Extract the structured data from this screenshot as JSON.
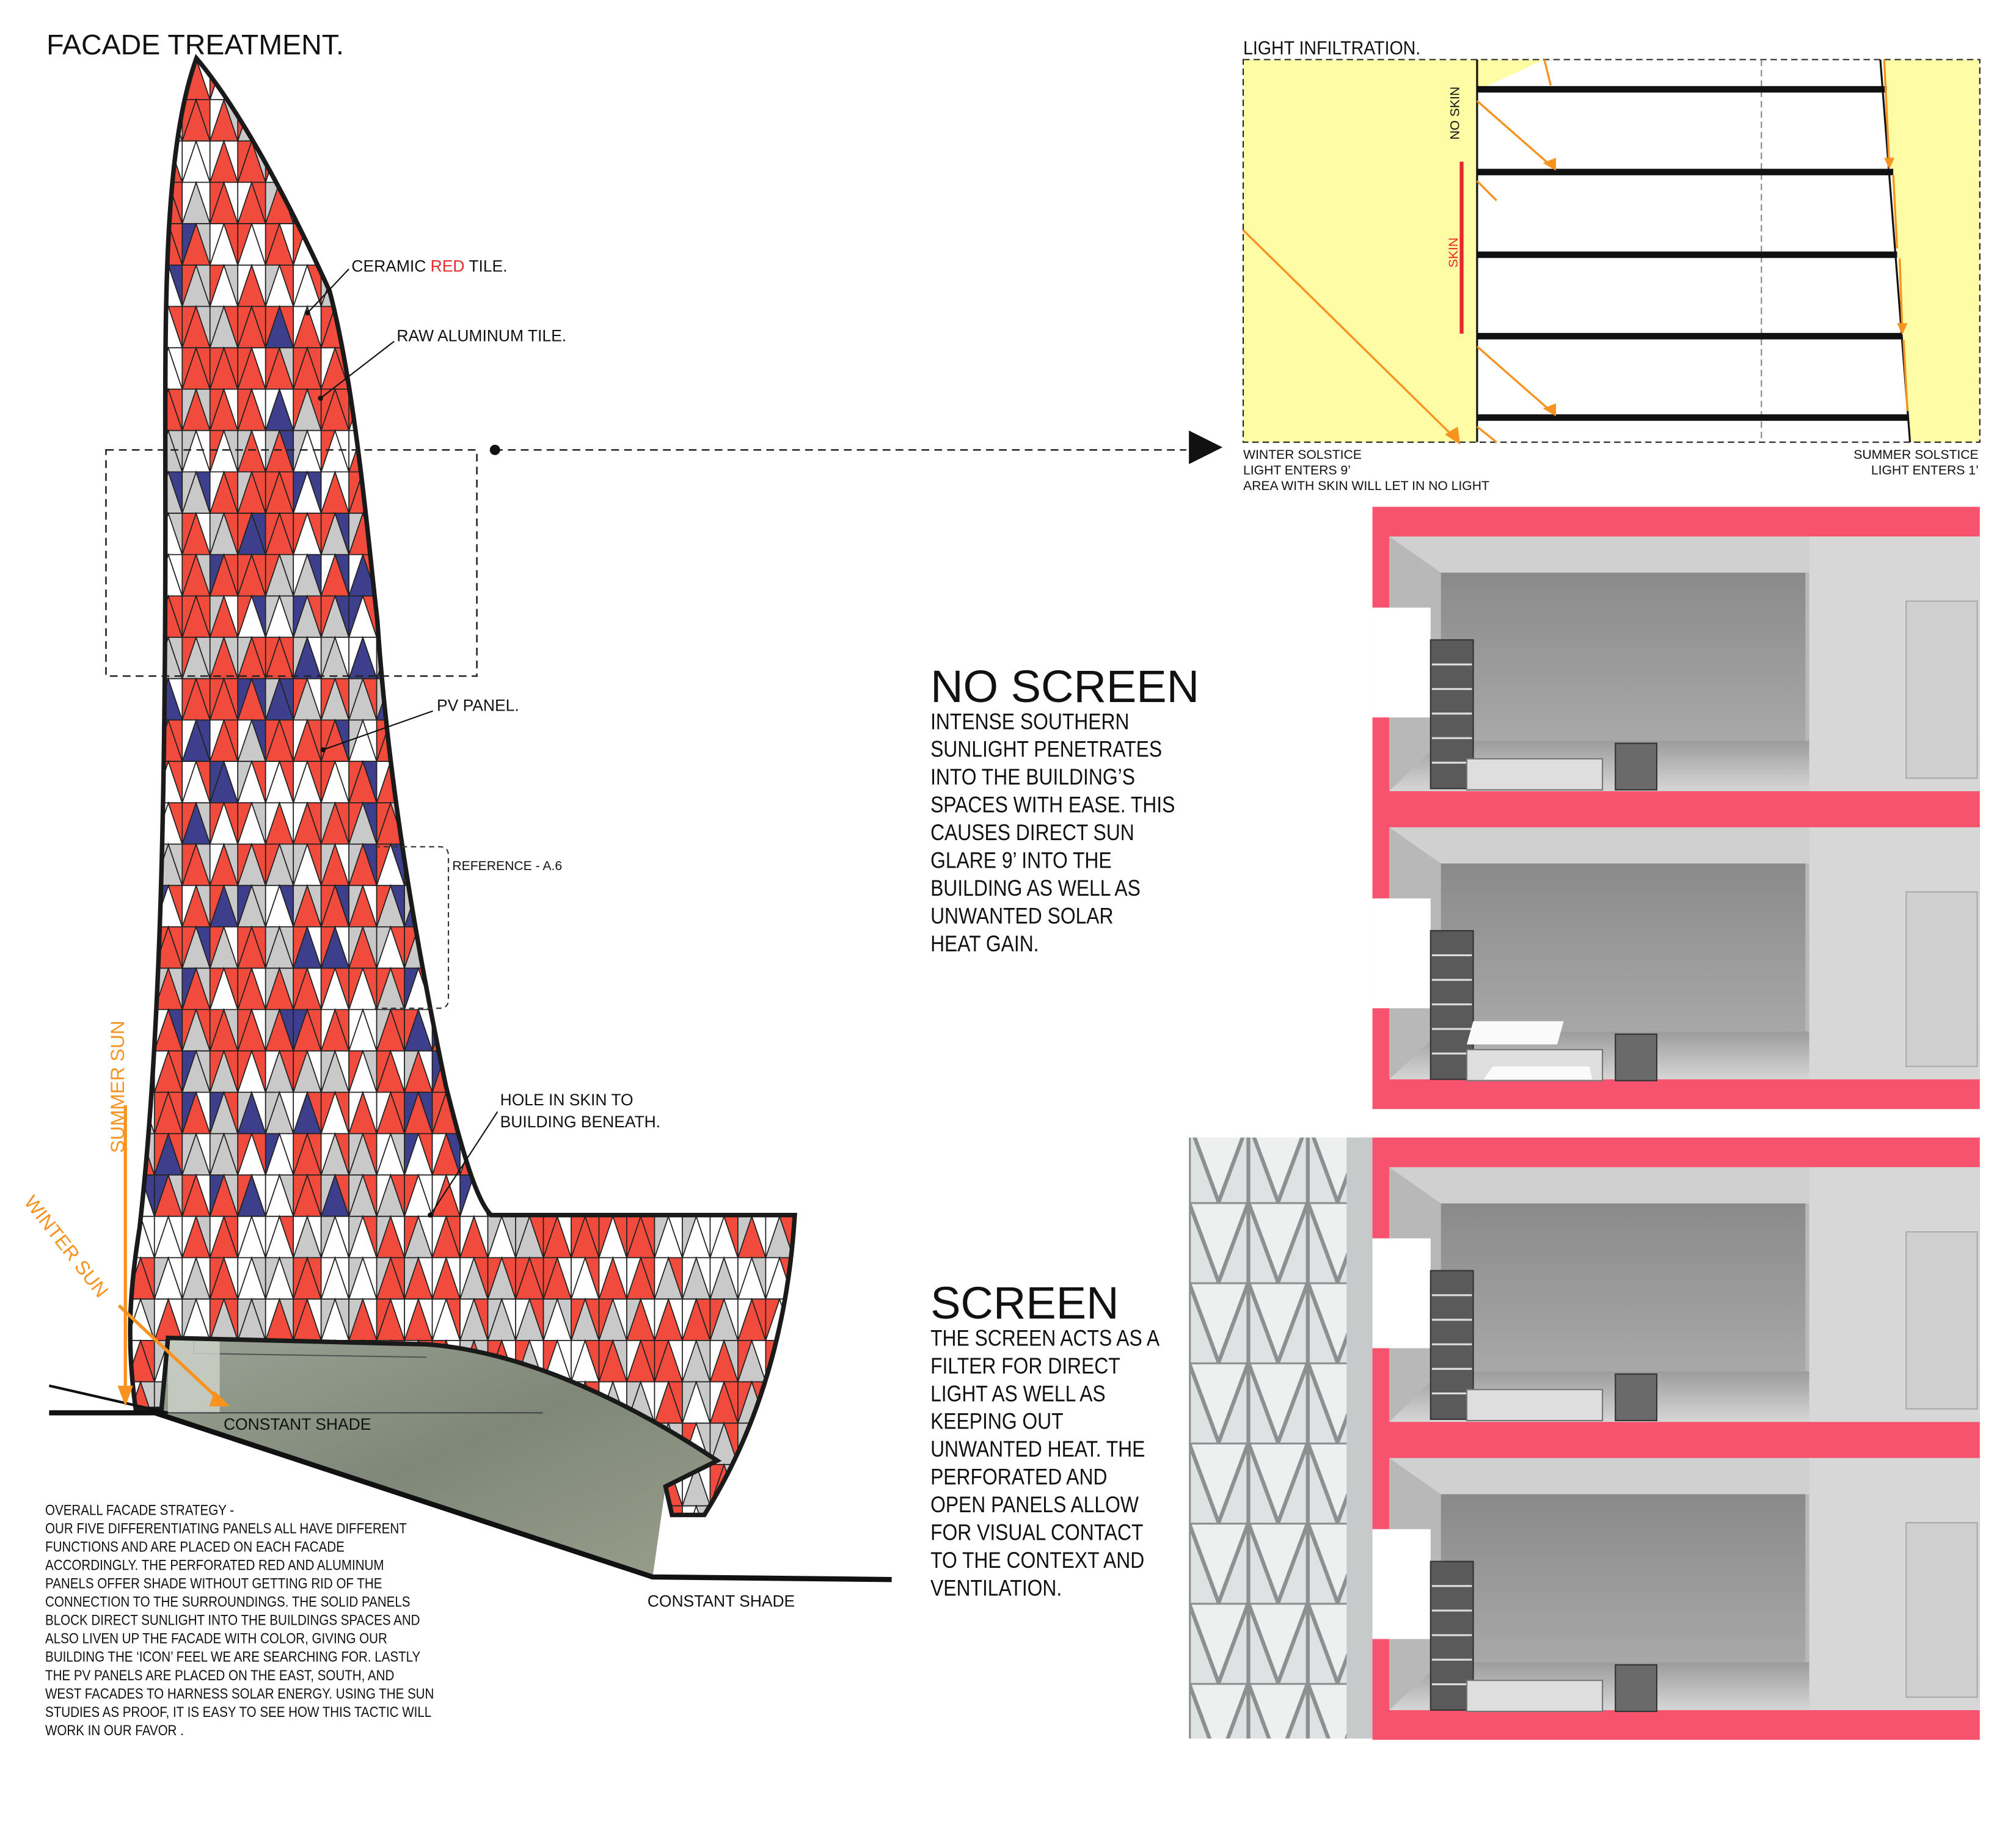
{
  "title": "FACADE TREATMENT.",
  "tower_labels": {
    "ceramic_pre": "CERAMIC ",
    "ceramic_red": "RED",
    "ceramic_post": " TILE.",
    "aluminum": "RAW ALUMINUM TILE.",
    "pv": "PV PANEL.",
    "reference": "REFERENCE - A.6",
    "hole_1": "HOLE IN SKIN TO",
    "hole_2": "BUILDING BENEATH.",
    "summer_sun": "SUMMER SUN",
    "winter_sun": "WINTER SUN",
    "shade_1": "CONSTANT SHADE",
    "shade_2": "CONSTANT SHADE"
  },
  "strategy": {
    "lines": [
      "OVERALL FACADE STRATEGY -",
      "OUR FIVE DIFFERENTIATING PANELS ALL HAVE DIFFERENT",
      "FUNCTIONS AND ARE PLACED ON EACH FACADE",
      "ACCORDINGLY. THE PERFORATED RED AND ALUMINUM",
      "PANELS OFFER SHADE WITHOUT GETTING RID OF THE",
      "CONNECTION TO THE SURROUNDINGS. THE SOLID PANELS",
      "BLOCK DIRECT SUNLIGHT INTO THE BUILDINGS SPACES AND",
      "ALSO LIVEN UP THE FACADE WITH COLOR, GIVING OUR",
      "BUILDING THE ‘ICON’ FEEL WE ARE SEARCHING FOR. LASTLY",
      "THE PV PANELS ARE PLACED ON THE EAST, SOUTH, AND",
      "WEST FACADES TO HARNESS SOLAR ENERGY. USING THE SUN",
      "STUDIES AS PROOF, IT IS EASY TO SEE HOW THIS TACTIC WILL",
      "WORK IN OUR FAVOR ."
    ]
  },
  "light": {
    "title": "LIGHT INFILTRATION.",
    "no_skin": "NO SKIN",
    "skin": "SKIN",
    "winter": [
      "WINTER SOLSTICE",
      "LIGHT ENTERS 9’",
      "AREA WITH SKIN WILL LET IN NO LIGHT"
    ],
    "summer": [
      "SUMMER SOLSTICE",
      "LIGHT ENTERS 1’"
    ]
  },
  "no_screen": {
    "heading": "NO SCREEN",
    "lines": [
      "INTENSE SOUTHERN",
      "SUNLIGHT PENETRATES",
      "INTO THE BUILDING’S",
      "SPACES WITH EASE. THIS",
      "CAUSES DIRECT SUN",
      "GLARE 9’ INTO THE",
      "BUILDING AS WELL AS",
      "UNWANTED SOLAR",
      "HEAT GAIN."
    ]
  },
  "screen": {
    "heading": "SCREEN",
    "lines": [
      "THE SCREEN ACTS AS A",
      "FILTER FOR DIRECT",
      "LIGHT AS WELL AS",
      "KEEPING OUT",
      "UNWANTED HEAT. THE",
      "PERFORATED AND",
      "OPEN PANELS ALLOW",
      "FOR VISUAL CONTACT",
      "TO THE CONTEXT AND",
      "VENTILATION."
    ]
  },
  "colors": {
    "red_tile": "#f04b3c",
    "aluminum": "#c9c9c9",
    "pv": "#3d3f8c",
    "white": "#ffffff",
    "slab_pink": "#f7536f",
    "sun_orange": "#f7931e",
    "light_yellow": "#fffca6"
  }
}
